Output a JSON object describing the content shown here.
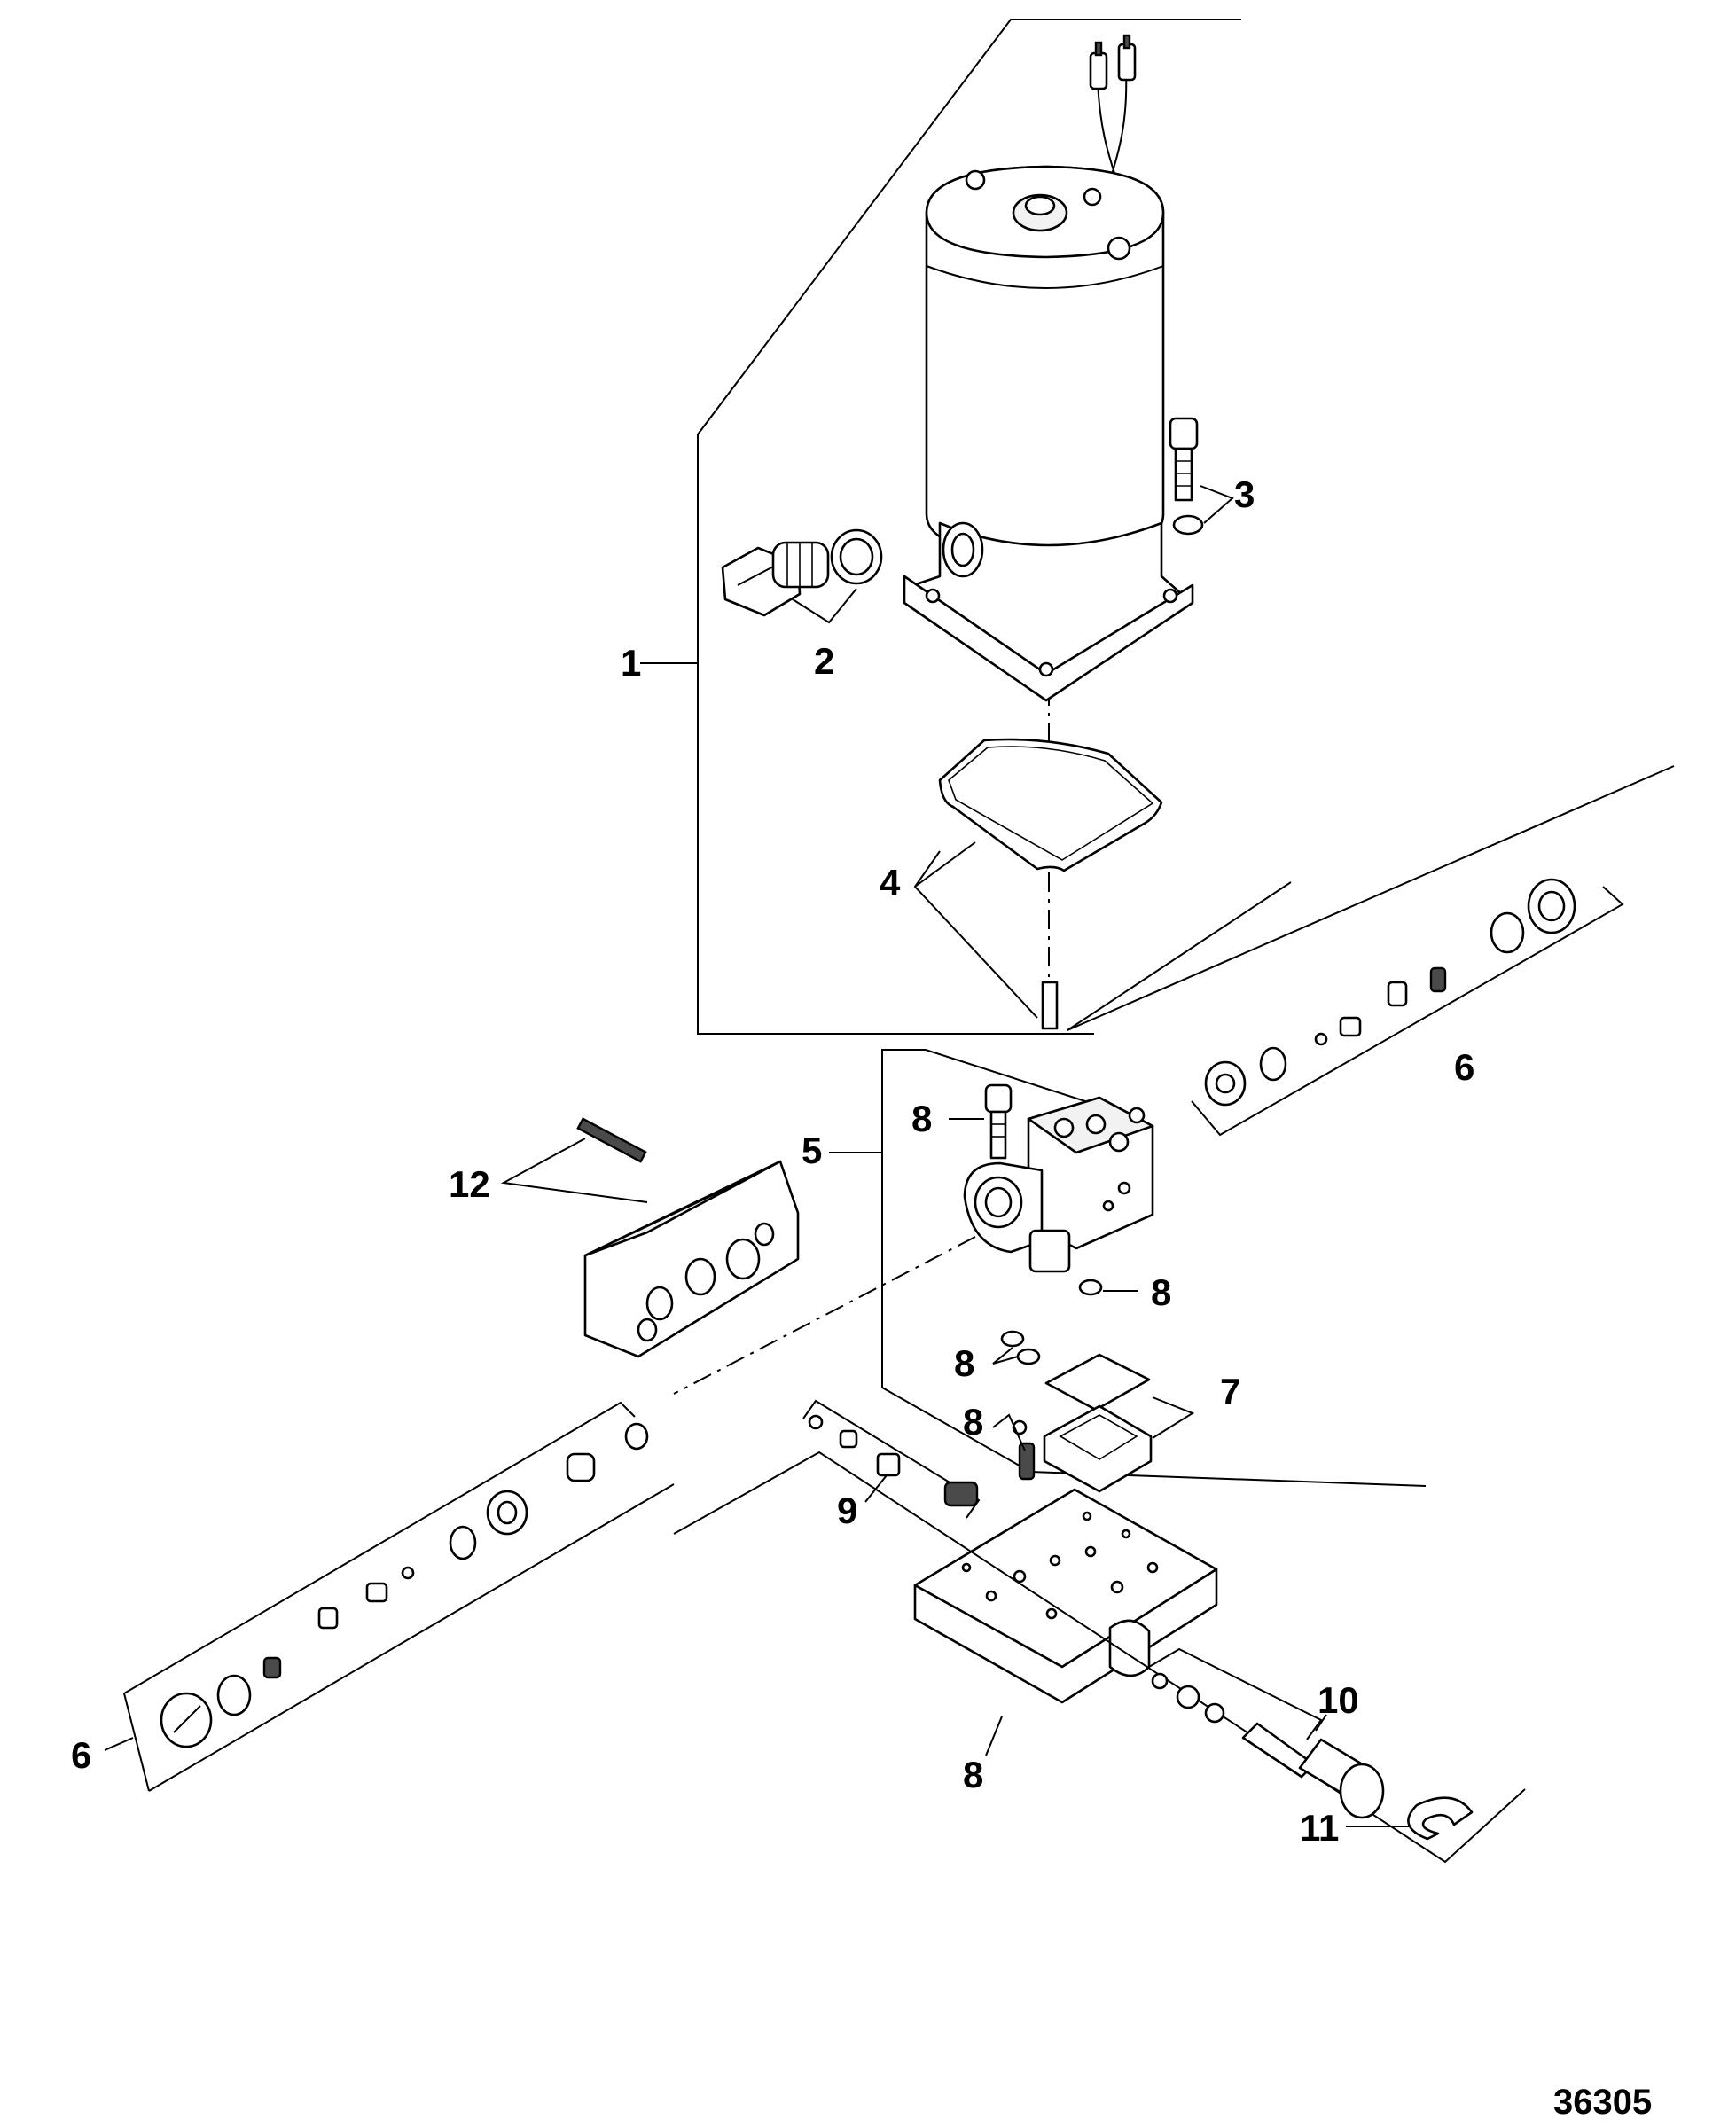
{
  "figure_ref": "36305",
  "callouts": [
    {
      "key": "c1",
      "number": "1",
      "part": "electric-motor-assembly"
    },
    {
      "key": "c2",
      "number": "2",
      "part": "fill-plug-and-o-ring"
    },
    {
      "key": "c3",
      "number": "3",
      "part": "screw-and-washer"
    },
    {
      "key": "c4",
      "number": "4",
      "part": "o-ring-seal-and-pin"
    },
    {
      "key": "c5",
      "number": "5",
      "part": "pump-assembly"
    },
    {
      "key": "c6a",
      "number": "6",
      "part": "valve-kit-upper"
    },
    {
      "key": "c6b",
      "number": "6",
      "part": "valve-kit-lower"
    },
    {
      "key": "c7",
      "number": "7",
      "part": "filter-and-seal"
    },
    {
      "key": "c8a",
      "number": "8",
      "part": "pump-screw"
    },
    {
      "key": "c8b",
      "number": "8",
      "part": "washer"
    },
    {
      "key": "c8c",
      "number": "8",
      "part": "o-rings"
    },
    {
      "key": "c8d",
      "number": "8",
      "part": "spring-and-ball"
    },
    {
      "key": "c8e",
      "number": "8",
      "part": "reservoir-base-plate"
    },
    {
      "key": "c9",
      "number": "9",
      "part": "check-valve-kit"
    },
    {
      "key": "c10",
      "number": "10",
      "part": "manual-release-valve"
    },
    {
      "key": "c11",
      "number": "11",
      "part": "e-ring"
    },
    {
      "key": "c12",
      "number": "12",
      "part": "valve-block-and-screw"
    }
  ],
  "colors": {
    "line": "#000000",
    "background": "#ffffff",
    "shade": "#4a4a4a"
  }
}
